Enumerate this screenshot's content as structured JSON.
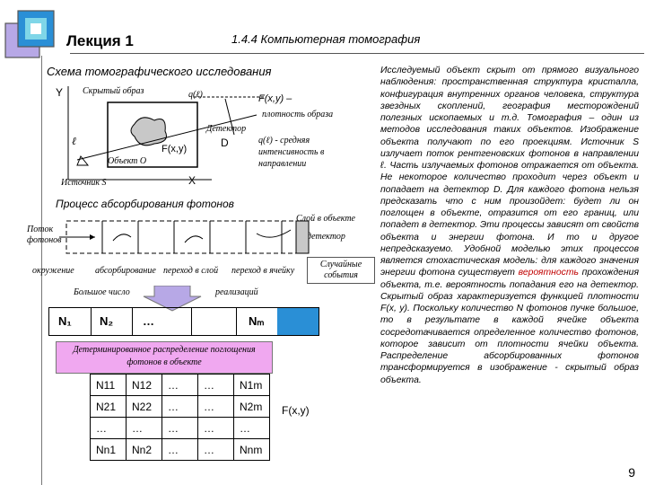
{
  "header": {
    "title": "Лекция 1",
    "subtitle": "1.4.4 Компьютерная томография"
  },
  "scheme": {
    "title": "Схема томографического исследования",
    "axis_y": "Y",
    "axis_x": "X",
    "hidden_image": "Скрытый образ",
    "q_label": "q(ℓ)",
    "F_label": "F(x,y) –",
    "F_desc": "плотность образа",
    "detector": "Детектор",
    "D": "D",
    "q_desc": "q(ℓ) - средняя интенсивность в направлении",
    "l_label": "ℓ",
    "Fxy_inner": "F(x,y)",
    "object": "Объект O",
    "source": "Источник S"
  },
  "absorption": {
    "title": "Процесс абсорбирования фотонов",
    "layer": "Слой в объекте",
    "flux": "Поток фотонов",
    "detector": "детектор",
    "stages": [
      "окружение",
      "абсорбирование",
      "переход в слой",
      "переход в ячейку"
    ],
    "random": "Случайные события",
    "many": "Большое число",
    "realizations": "реализаций",
    "counts": [
      "N₁",
      "N₂",
      "…",
      "Nₘ"
    ],
    "deterministic": "Детерминированное распределение поглощения фотонов в объекте"
  },
  "matrix": {
    "rows": [
      [
        "N11",
        "N12",
        "…",
        "…",
        "N1m"
      ],
      [
        "N21",
        "N22",
        "…",
        "…",
        "N2m"
      ],
      [
        "…",
        "…",
        "…",
        "…",
        "…"
      ],
      [
        "Nn1",
        "Nn2",
        "…",
        "…",
        "Nnm"
      ]
    ],
    "fxy": "F(x,y)"
  },
  "body_text": {
    "before_hl": "Исследуемый объект скрыт от прямого визуального наблюдения: пространственная структура кристалла, конфигурация внутренних органов человека, структура звездных скоплений, география месторождений полезных ископаемых и т.д. Томография – один из методов исследования таких объектов. Изображение объекта получают по его проекциям. Источник S излучает поток рентгеновских фотонов в направлении ℓ. Часть излучаемых фотонов отражается от объекта. Не некоторое количество проходит через объект и попадает на детектор D. Для каждого фотона нельзя предсказать что с ним произойдет: будет ли он поглощен в объекте, отразится от его границ, или попадет в детектор. Эти процессы зависят от свойств объекта и энергии фотона. И то и другое непредсказуемо. Удобной моделью этих процессов является стохастическая модель: для каждого значения энергии фотона существует",
    "highlight": "вероятность",
    "after_hl": "прохождения объекта, т.е. вероятность попадания его на детектор. Скрытый образ характеризуется функцией плотности F(x, y). Поскольку количество N фотонов пучке большое, то в результате в каждой ячейке объекта сосредотачивается определенное количество фотонов, которое зависит от плотности ячейки объекта. Распределение абсорбированных фотонов трансформируется в изображение - скрытый образ объекта."
  },
  "page_number": "9",
  "colors": {
    "cube_outer": "#2a8fd6",
    "cube_inner": "#7fd6e8",
    "cube_purple": "#b7a8e6",
    "bar_blue": "#2a8fd6",
    "pink_box": "#f0a8f0",
    "gray_fill": "#c8c8c8",
    "red_text": "#c00000"
  }
}
